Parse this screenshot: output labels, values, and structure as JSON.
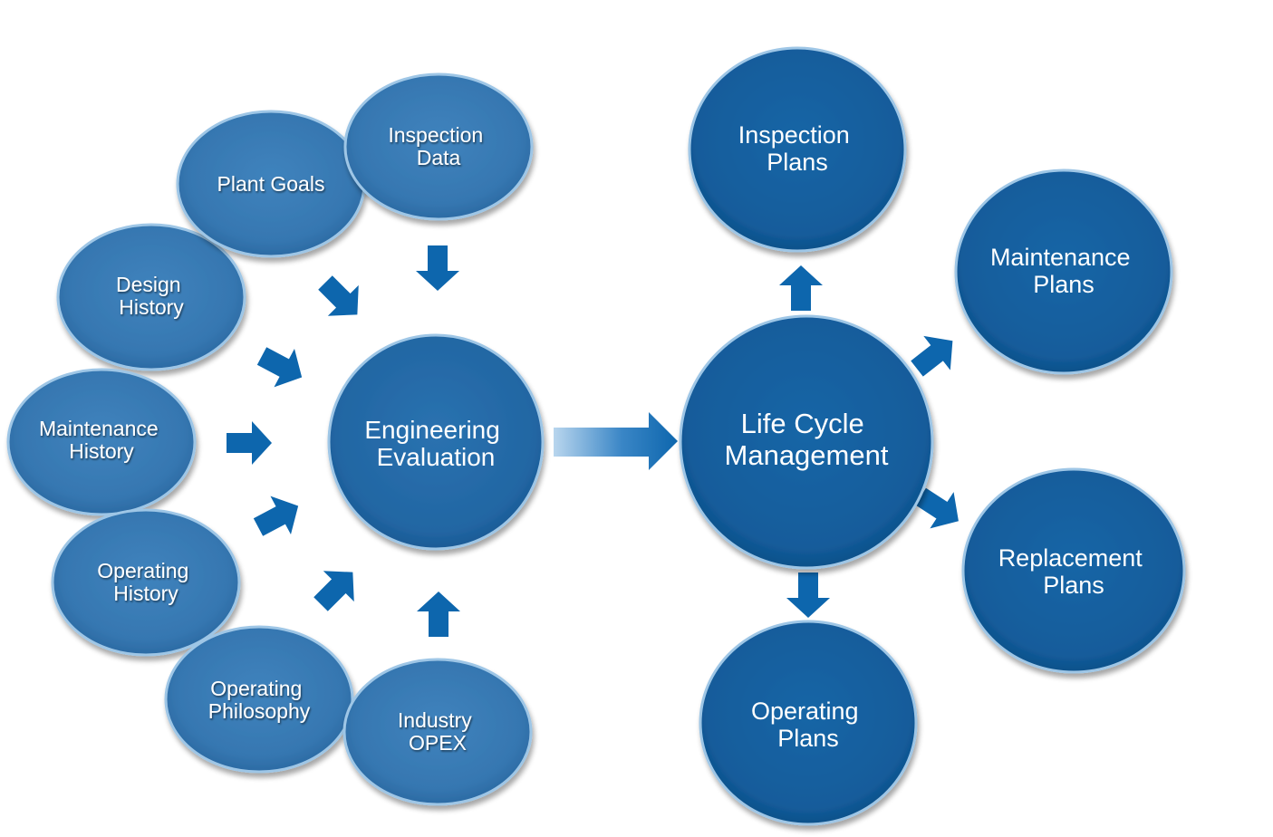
{
  "inputs": [
    {
      "id": "inspection-data",
      "lines": [
        "Inspection",
        "Data"
      ]
    },
    {
      "id": "plant-goals",
      "lines": [
        "Plant Goals"
      ]
    },
    {
      "id": "design-history",
      "lines": [
        "Design",
        "History"
      ]
    },
    {
      "id": "maintenance-history",
      "lines": [
        "Maintenance",
        "History"
      ]
    },
    {
      "id": "operating-history",
      "lines": [
        "Operating",
        "History"
      ]
    },
    {
      "id": "operating-philosophy",
      "lines": [
        "Operating",
        "Philosophy"
      ]
    },
    {
      "id": "industry-opex",
      "lines": [
        "Industry",
        "OPEX"
      ]
    }
  ],
  "hub": {
    "lines": [
      "Engineering",
      "Evaluation"
    ]
  },
  "lifecycle": {
    "lines": [
      "Life Cycle",
      "Management"
    ]
  },
  "outputs": [
    {
      "id": "inspection-plans",
      "lines": [
        "Inspection",
        "Plans"
      ]
    },
    {
      "id": "maintenance-plans",
      "lines": [
        "Maintenance",
        "Plans"
      ]
    },
    {
      "id": "replacement-plans",
      "lines": [
        "Replacement",
        "Plans"
      ]
    },
    {
      "id": "operating-plans",
      "lines": [
        "Operating",
        "Plans"
      ]
    }
  ],
  "colors": {
    "input_fill": "#3a7db8",
    "input_edge": "#2d6ea8",
    "hub_fill": "#2468a6",
    "output_fill": "#15609f",
    "output_edge": "#0e4f88",
    "arrow": "#0d66ad",
    "rim": "#9ec6e6"
  }
}
